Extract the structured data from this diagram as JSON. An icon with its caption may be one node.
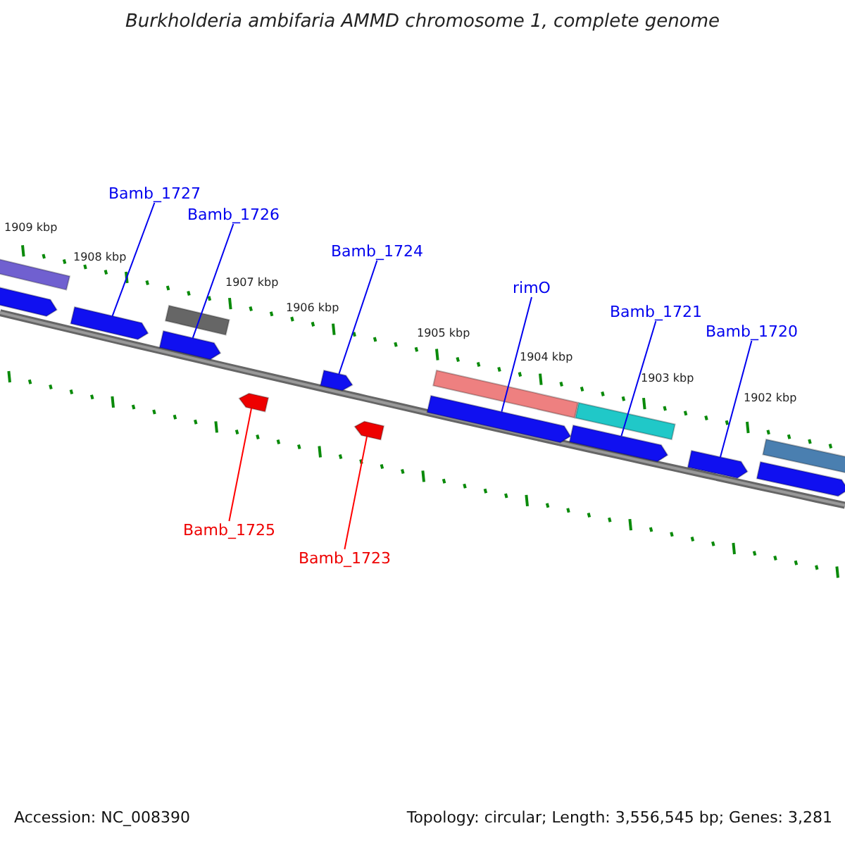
{
  "diagram": {
    "title": "Burkholderia ambifaria AMMD chromosome 1, complete genome",
    "nodes": [
      {
        "text": [
          "Bamb_1727"
        ]
      },
      {
        "text": [
          "Bamb_1726"
        ]
      },
      {
        "text": [
          "Bamb_1724"
        ]
      },
      {
        "text": [
          "rimO"
        ]
      },
      {
        "text": [
          "Bamb_1721"
        ]
      },
      {
        "text": [
          "Bamb_1720"
        ]
      },
      {
        "text": [
          "Bamb_1725"
        ]
      },
      {
        "text": [
          "Bamb_1723"
        ]
      },
      {
        "text": [],
        "shape": "bar"
      },
      {
        "text": [],
        "shape": "pentagon"
      },
      {
        "text": [],
        "shape": "pentagon"
      },
      {
        "text": [],
        "shape": "bar"
      },
      {
        "text": [],
        "shape": "pentagon"
      },
      {
        "text": [],
        "shape": "pentagon"
      },
      {
        "text": [],
        "shape": "pentagon"
      },
      {
        "text": [],
        "shape": "pentagon"
      },
      {
        "text": [],
        "shape": "bar"
      },
      {
        "text": [],
        "shape": "pentagon"
      },
      {
        "text": [],
        "shape": "bar"
      },
      {
        "text": [],
        "shape": "pentagon"
      },
      {
        "text": [],
        "shape": "pentagon"
      },
      {
        "text": [],
        "shape": "bar"
      },
      {
        "text": [],
        "shape": "pentagon"
      }
    ],
    "edges": [
      {
        "from": 0,
        "to": 10,
        "arrow": "none"
      },
      {
        "from": 1,
        "to": 12,
        "arrow": "none"
      },
      {
        "from": 2,
        "to": 14,
        "arrow": "none"
      },
      {
        "from": 3,
        "to": 17,
        "arrow": "none"
      },
      {
        "from": 4,
        "to": 19,
        "arrow": "none"
      },
      {
        "from": 5,
        "to": 20,
        "arrow": "none"
      },
      {
        "from": 6,
        "to": 13,
        "arrow": "none",
        "color": "#ff0000"
      },
      {
        "from": 7,
        "to": 15,
        "arrow": "none",
        "color": "#ff0000"
      }
    ],
    "labels": [
      "1909 kbp",
      "1908 kbp",
      "1907 kbp",
      "1906 kbp",
      "1905 kbp",
      "1904 kbp",
      "1903 kbp",
      "1902 kbp",
      "Accession: NC_008390",
      "Topology: circular; Length: 3,556,545 bp; Genes: 3,281"
    ]
  }
}
